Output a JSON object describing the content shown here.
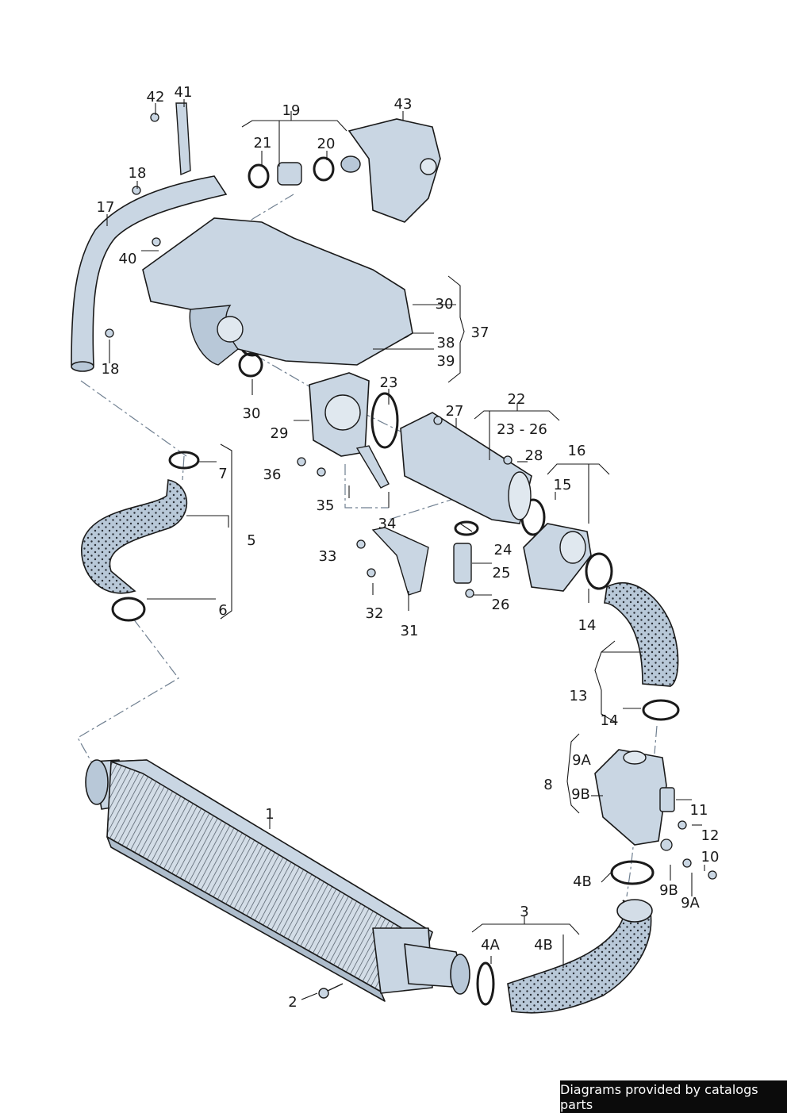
{
  "labels": [
    "42",
    "41",
    "19",
    "43",
    "21",
    "20",
    "18",
    "17",
    "40",
    "30",
    "37",
    "38",
    "39",
    "18",
    "30",
    "23",
    "27",
    "22",
    "23 - 26",
    "29",
    "28",
    "16",
    "36",
    "15",
    "7",
    "35",
    "34",
    "5",
    "33",
    "24",
    "25",
    "6",
    "32",
    "26",
    "31",
    "14",
    "13",
    "14",
    "9A",
    "8",
    "9B",
    "11",
    "1",
    "12",
    "10",
    "4B",
    "9B",
    "9A",
    "3",
    "4A",
    "4B",
    "2"
  ],
  "banner": "Diagrams provided by catalogs parts",
  "colors": {
    "part_fill": "#c9d6e3",
    "part_stroke": "#1a1a1a",
    "hose_fill": "#b8c8d8",
    "dot": "#2a2f36"
  }
}
